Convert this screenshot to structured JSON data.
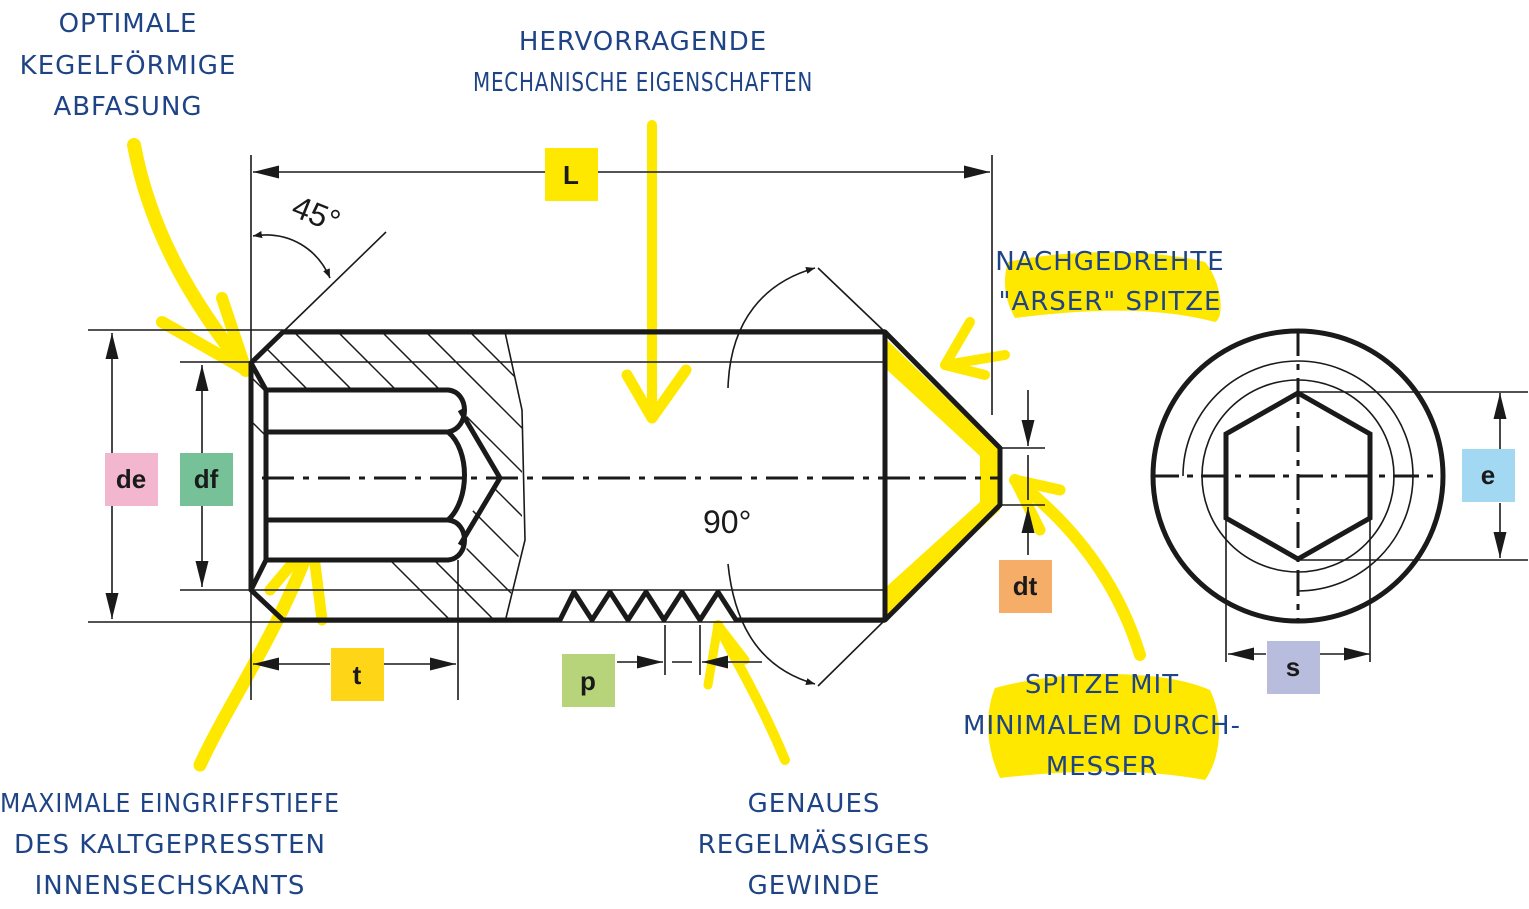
{
  "title": "Gewindestift mit Innensechskant und Spitze",
  "colors": {
    "annotation_text": "#1f4485",
    "highlight": "#ffe800",
    "label_L": "#ffe800",
    "label_t": "#ffd617",
    "label_de": "#f2b6cf",
    "label_df": "#77c199",
    "label_p": "#b8d47a",
    "label_dt": "#f5ad68",
    "label_e": "#a3d8f2",
    "label_s": "#b8bcdd"
  },
  "annotations": {
    "chamfer": [
      "OPTIMALE",
      "KEGELFÖRMIGE",
      "ABFASUNG"
    ],
    "mechanical": [
      "HERVORRAGENDE",
      "MECHANISCHE EIGENSCHAFTEN"
    ],
    "arser_tip": [
      "NACHGEDREHTE",
      "\"ARSER\" SPITZE"
    ],
    "min_tip": [
      "SPITZE MIT",
      "MINIMALEM DURCH-",
      "MESSER"
    ],
    "hex_depth": [
      "MAXIMALE EINGRIFFSTIEFE",
      "DES KALTGEPRESSTEN",
      "INNENSECHSKANTS"
    ],
    "thread": [
      "GENAUES",
      "REGELMÄSSIGES",
      "GEWINDE"
    ]
  },
  "dimensions": {
    "L": "L",
    "t": "t",
    "de": "de",
    "df": "df",
    "p": "p",
    "dt": "dt",
    "e": "e",
    "s": "s"
  },
  "angles": {
    "chamfer": "45°",
    "tip": "90°"
  }
}
